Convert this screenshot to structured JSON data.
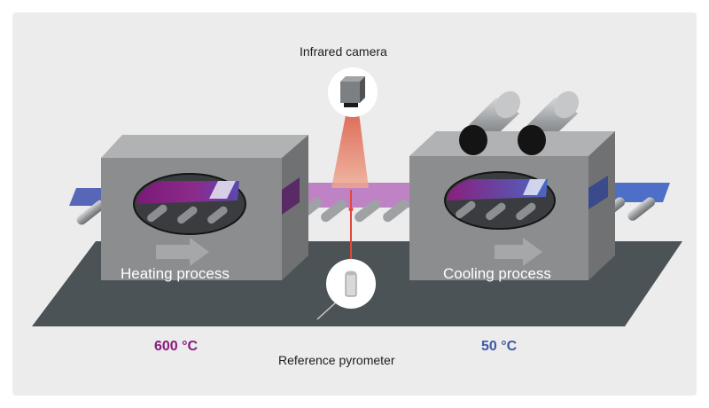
{
  "labels": {
    "camera": "Infrared camera",
    "pyrometer": "Reference pyrometer",
    "heating": "Heating process",
    "cooling": "Cooling process",
    "temp_hot": "600 °C",
    "temp_cold": "50 °C"
  },
  "colors": {
    "panel": "#ececec",
    "floor": "#4b5356",
    "box_front": "#8b8d8f",
    "box_top": "#b0b2b4",
    "box_side": "#6f7173",
    "hot": "#8a1a7e",
    "cold": "#3d58a8",
    "laser": "#e2483c",
    "beam": "#e8836f"
  },
  "icons": {
    "camera": "camera-icon",
    "pyrometer": "pyrometer-icon",
    "arrow": "right-arrow-icon",
    "roller": "roller-icon"
  }
}
